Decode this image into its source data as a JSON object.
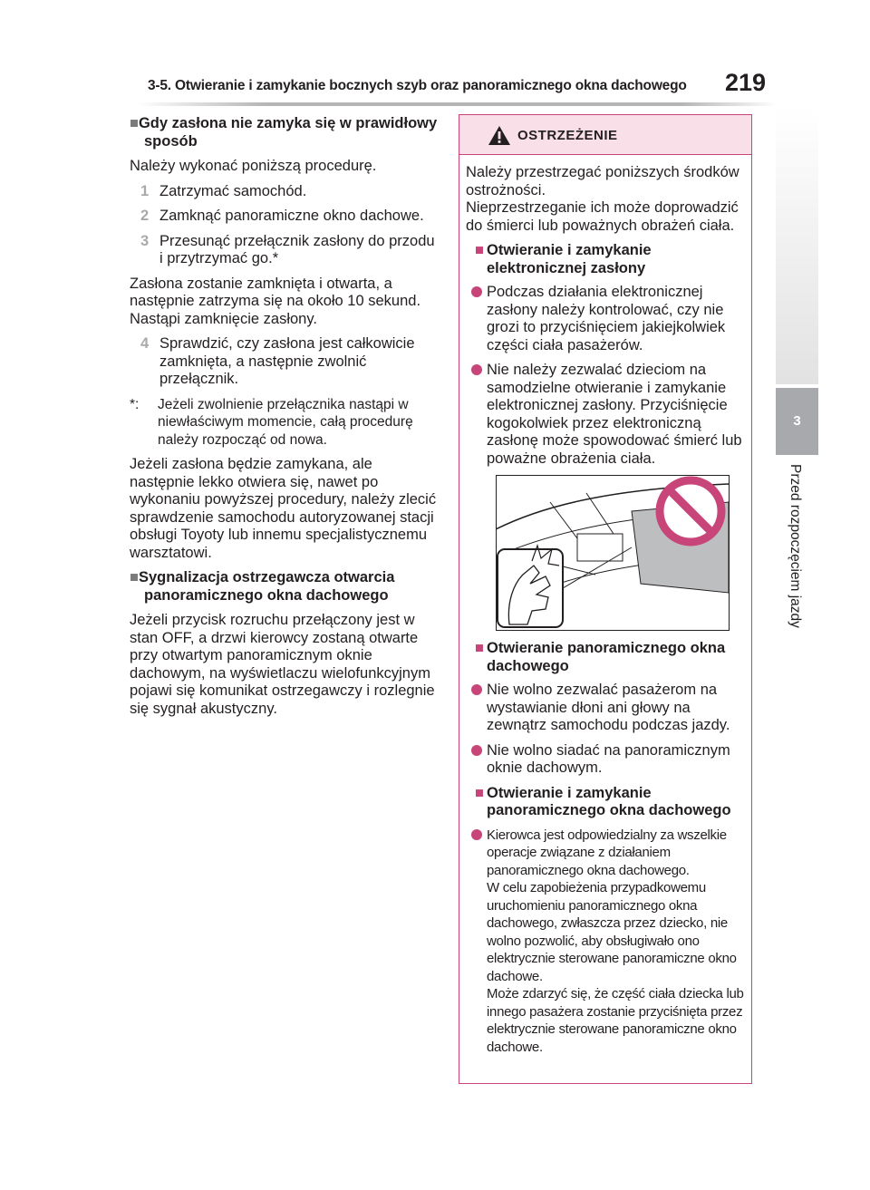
{
  "header": {
    "title": "3-5. Otwieranie i zamykanie bocznych szyb oraz panoramicznego okna dachowego",
    "page_number": "219"
  },
  "side": {
    "tab_number": "3",
    "tab_text": "Przed rozpoczęciem jazdy"
  },
  "left": {
    "section1_title": "Gdy zasłona nie zamyka się w prawidłowy sposób",
    "intro": "Należy wykonać poniższą procedurę.",
    "steps": [
      {
        "num": "1",
        "text": "Zatrzymać samochód."
      },
      {
        "num": "2",
        "text": "Zamknąć panoramiczne okno dachowe."
      },
      {
        "num": "3",
        "text": "Przesunąć przełącznik zasłony do przodu i przytrzymać go.*"
      },
      {
        "num": "4",
        "text": "Sprawdzić, czy zasłona jest całkowicie zamknięta, a następnie zwolnić przełącznik."
      }
    ],
    "after_step3": "Zasłona zostanie zamknięta i otwarta, a następnie zatrzyma się na około 10 sekund. Nastąpi zamknięcie zasłony.",
    "footnote_mark": "*:",
    "footnote": "Jeżeli zwolnienie przełącznika nastąpi w niewłaściwym momencie, całą procedurę należy rozpocząć od nowa.",
    "para2": "Jeżeli zasłona będzie zamykana, ale następnie lekko otwiera się, nawet po wykonaniu powyższej procedury, należy zlecić sprawdzenie samochodu autoryzowanej stacji obsługi Toyoty lub innemu specjalistycznemu warsztatowi.",
    "section2_title": "Sygnalizacja ostrzegawcza otwarcia panoramicznego okna dachowego",
    "para3": "Jeżeli przycisk rozruchu przełączony jest w stan OFF, a drzwi kierowcy zostaną otwarte przy otwartym panoramicznym oknie dachowym, na wyświetlaczu wielofunkcyjnym pojawi się komunikat ostrzegawczy i rozlegnie się sygnał akustyczny."
  },
  "warning": {
    "title": "OSTRZEŻENIE",
    "intro1": "Należy przestrzegać poniższych środków ostrożności.",
    "intro2": "Nieprzestrzeganie ich może doprowadzić do śmierci lub poważnych obrażeń ciała.",
    "sections": [
      {
        "title": "Otwieranie i zamykanie elektronicznej zasłony",
        "bullets": [
          "Podczas działania elektronicznej zasłony należy kontrolować, czy nie grozi to przyciśnięciem jakiejkolwiek części ciała pasażerów.",
          "Nie należy zezwalać dzieciom na samodzielne otwieranie i zamykanie elektronicznej zasłony. Przyciśnięcie kogokolwiek przez elektroniczną zasłonę może spowodować śmierć lub poważne obrażenia ciała."
        ]
      },
      {
        "title": "Otwieranie panoramicznego okna dachowego",
        "bullets": [
          "Nie wolno zezwalać pasażerom na wystawianie dłoni ani głowy na zewnątrz samochodu podczas jazdy.",
          "Nie wolno siadać na panoramicznym oknie dachowym."
        ]
      },
      {
        "title": "Otwieranie i zamykanie panoramicznego okna dachowego",
        "bullets": [
          "Kierowca jest odpowiedzialny za wszelkie operacje związane z działaniem panoramicznego okna dachowego.\nW celu zapobieżenia przypadkowemu uruchomieniu panoramicznego okna dachowego, zwłaszcza przez dziecko, nie wolno pozwolić, aby obsługiwało ono elektrycznie sterowane panoramiczne okno dachowe.\nMoże zdarzyć się, że część ciała dziecka lub innego pasażera zostanie przyciśnięta przez elektrycznie sterowane panoramiczne okno dachowe."
        ]
      }
    ]
  },
  "colors": {
    "warning_accent": "#c8457a",
    "warning_header_bg": "#f9dfe8",
    "step_number": "#a7a9ac"
  },
  "icons": {
    "warning": "warning-triangle-icon",
    "prohibition": "prohibition-icon"
  }
}
